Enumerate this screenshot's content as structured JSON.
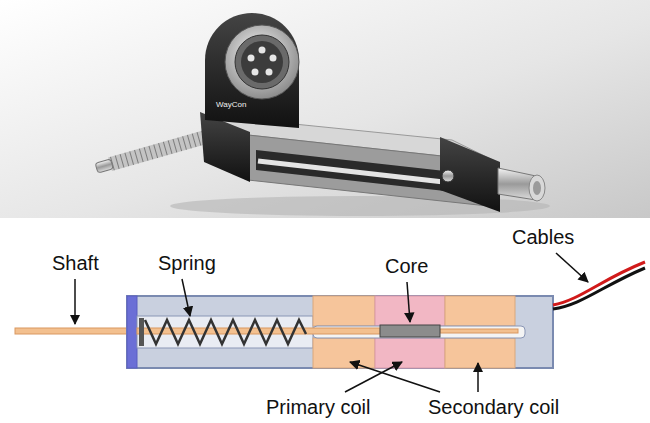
{
  "diagram": {
    "labels": [
      "WayCon",
      "Shaft",
      "Spring",
      "Core",
      "Cables",
      "Primary coil",
      "Secondary coil"
    ]
  }
}
